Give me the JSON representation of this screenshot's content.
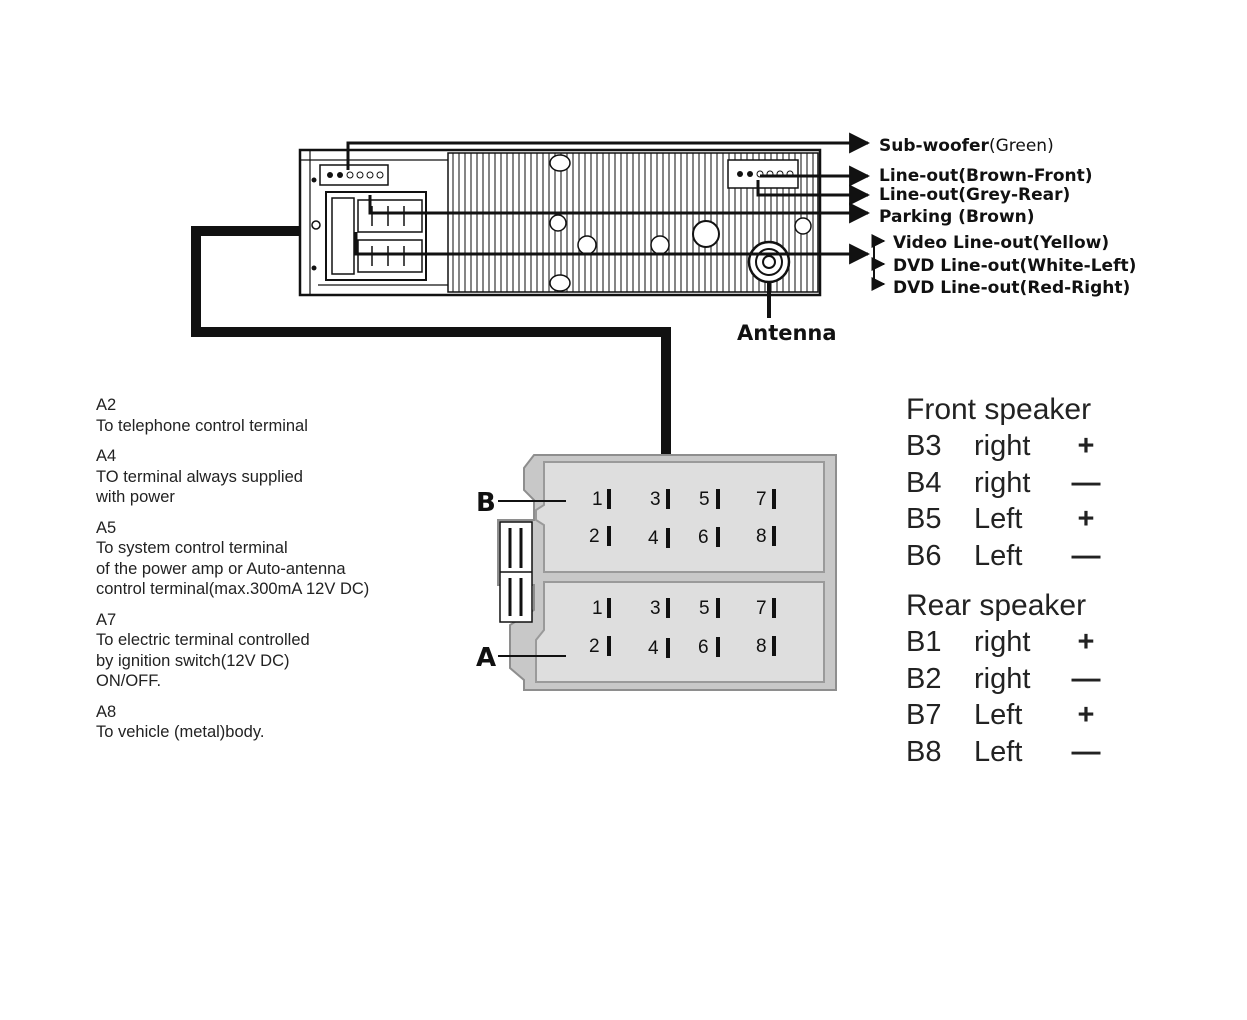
{
  "outputs": [
    {
      "name": "Sub-woofer",
      "detail": "(Green)"
    },
    {
      "name": "Line-out(Brown-Front)",
      "detail": ""
    },
    {
      "name": "Line-out(Grey-Rear)",
      "detail": ""
    },
    {
      "name": "Parking (Brown)",
      "detail": ""
    },
    {
      "name": "Video Line-out(Yellow)",
      "detail": ""
    },
    {
      "name": "DVD Line-out(White-Left)",
      "detail": ""
    },
    {
      "name": "DVD Line-out(Red-Right)",
      "detail": ""
    }
  ],
  "antenna_label": "Antenna",
  "connector": {
    "top_letter": "B",
    "bottom_letter": "A",
    "top_row_pins": [
      "1",
      "3",
      "5",
      "7"
    ],
    "bottom_row_pins": [
      "2",
      "4",
      "6",
      "8"
    ]
  },
  "notes": [
    {
      "id": "A2",
      "lines": [
        "To telephone control terminal"
      ]
    },
    {
      "id": "A4",
      "lines": [
        "TO terminal always supplied",
        "with power"
      ]
    },
    {
      "id": "A5",
      "lines": [
        "To system control terminal",
        "of the power amp or Auto-antenna",
        "control  terminal(max.300mA 12V DC)"
      ]
    },
    {
      "id": "A7",
      "lines": [
        "To electric terminal controlled",
        "by ignition switch(12V DC)",
        "ON/OFF."
      ]
    },
    {
      "id": "A8",
      "lines": [
        "To vehicle (metal)body."
      ]
    }
  ],
  "front_speaker": {
    "title": "Front speaker",
    "rows": [
      {
        "pin": "B3",
        "side": "right",
        "polarity": "+"
      },
      {
        "pin": "B4",
        "side": "right",
        "polarity": "—"
      },
      {
        "pin": "B5",
        "side": "Left",
        "polarity": "+"
      },
      {
        "pin": "B6",
        "side": "Left",
        "polarity": "—"
      }
    ]
  },
  "rear_speaker": {
    "title": "Rear speaker",
    "rows": [
      {
        "pin": "B1",
        "side": "right",
        "polarity": "+"
      },
      {
        "pin": "B2",
        "side": "right",
        "polarity": "—"
      },
      {
        "pin": "B7",
        "side": "Left",
        "polarity": "+"
      },
      {
        "pin": "B8",
        "side": "Left",
        "polarity": "—"
      }
    ]
  },
  "colors": {
    "line": "#111111",
    "connector_fill": "#c8c8c8",
    "connector_edge": "#8e8e8e",
    "connector_inner": "#dedede"
  }
}
